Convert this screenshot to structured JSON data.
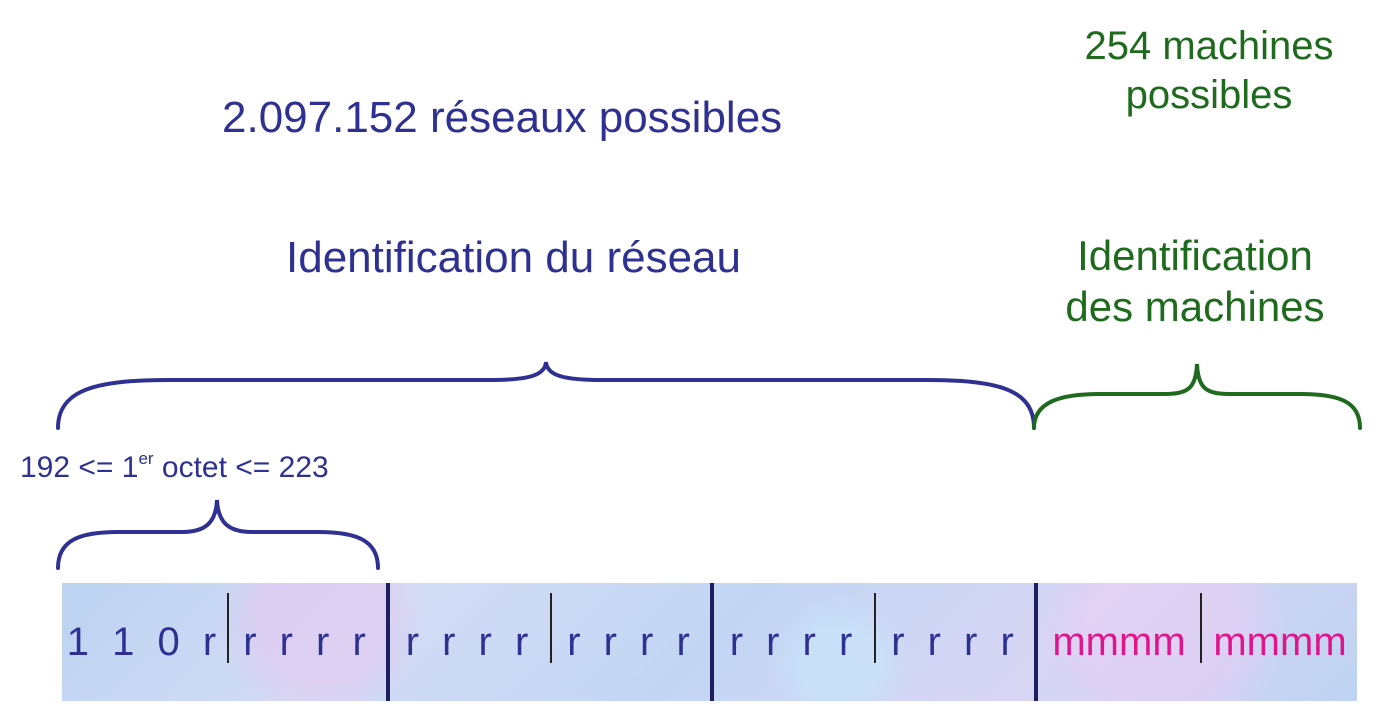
{
  "labels": {
    "networks_count": "2.097.152 réseaux possibles",
    "hosts_count_line1": "254 machines",
    "hosts_count_line2": "possibles",
    "network_id": "Identification du réseau",
    "host_id_line1": "Identification",
    "host_id_line2": "des machines",
    "octet_range_prefix": "192 <= 1",
    "octet_range_sup": "er",
    "octet_range_suffix": " octet <= 223"
  },
  "octets": [
    {
      "left": "1 1 0 r",
      "right": "r r r r"
    },
    {
      "left": "r r r r",
      "right": "r r r r"
    },
    {
      "left": "r r r r",
      "right": "r r r r"
    },
    {
      "left": "mmmm",
      "right": "mmmm"
    }
  ],
  "colors": {
    "network": "#2e3192",
    "host": "#1e6b1e",
    "host_bits": "#e0158a"
  }
}
